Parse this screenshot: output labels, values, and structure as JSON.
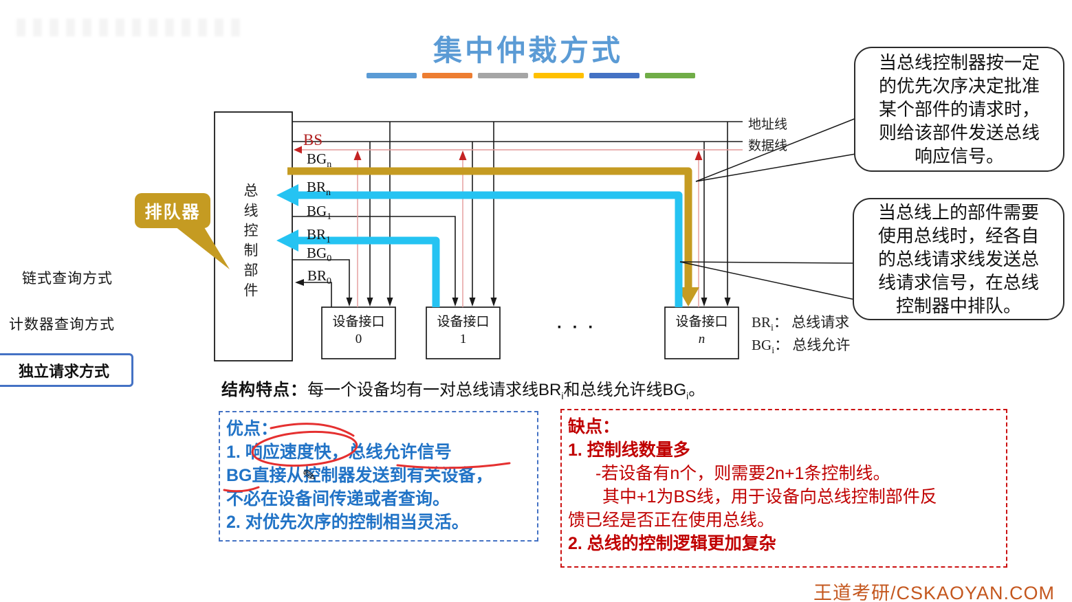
{
  "title": "集中仲裁方式",
  "decor_bar_colors": [
    "#5B9BD5",
    "#ED7D31",
    "#A5A5A5",
    "#FFC000",
    "#4472C4",
    "#70AD47"
  ],
  "sidebar": {
    "items": [
      {
        "label": "链式查询方式",
        "active": false
      },
      {
        "label": "计数器查询方式",
        "active": false
      },
      {
        "label": "独立请求方式",
        "active": true
      }
    ]
  },
  "diagram": {
    "controller_label": "总线控制部件",
    "queue_callout_label": "排队器",
    "top_lines": {
      "address": "地址线",
      "data": "数据线",
      "bs": "BS"
    },
    "signal_labels": [
      {
        "base": "BG",
        "sub": "n"
      },
      {
        "base": "BR",
        "sub": "n"
      },
      {
        "base": "BG",
        "sub": "1"
      },
      {
        "base": "BR",
        "sub": "1"
      },
      {
        "base": "BG",
        "sub": "0"
      },
      {
        "base": "BR",
        "sub": "0"
      }
    ],
    "devices": [
      {
        "title": "设备接口",
        "index": "0"
      },
      {
        "title": "设备接口",
        "index": "1"
      },
      {
        "title": "设备接口",
        "index": "n"
      }
    ],
    "ellipsis": "· · ·",
    "legend": [
      {
        "base": "BR",
        "sub": "i",
        "desc": "：  总线请求"
      },
      {
        "base": "BG",
        "sub": "i",
        "desc": "：  总线允许"
      }
    ]
  },
  "callouts": [
    {
      "text": "当总线控制器按一定\n的优先次序决定批准\n某个部件的请求时，\n则给该部件发送总线\n响应信号。"
    },
    {
      "text": "当总线上的部件需要\n使用总线时，经各自\n的总线请求线发送总\n线请求信号，在总线\n控制器中排队。"
    }
  ],
  "structure_note": {
    "label": "结构特点：",
    "part1": "每一个设备均有一对总线请求线BR",
    "sub1": "i",
    "part2": "和总线允许线BG",
    "sub2": "i",
    "part3": "。"
  },
  "advantages": {
    "lines": [
      "优点：",
      "1.  响应速度快，总线允许信号",
      "BG直接从控制器发送到有关设备，",
      "不必在设备间传递或者查询。",
      "2.  对优先次序的控制相当灵活。"
    ]
  },
  "disadvantages": {
    "lines": [
      "缺点：",
      "1.  控制线数量多",
      "-若设备有n个，则需要2n+1条控制线。",
      "其中+1为BS线，用于设备向总线控制部件反",
      "馈已经是否正在使用总线。",
      "2.  总线的控制逻辑更加复杂"
    ]
  },
  "pencil_cursor": "✎",
  "footer": "王道考研/CSKAOYAN.COM",
  "colors": {
    "title_blue": "#5B9BD5",
    "grant_gold": "#C59B22",
    "request_cyan": "#25C3F2",
    "bs_red": "#CC2222",
    "advantage_blue": "#2173C6",
    "disadvantage_red": "#C00000",
    "footer_orange": "#C4571E",
    "active_item_border": "#4472C4"
  }
}
